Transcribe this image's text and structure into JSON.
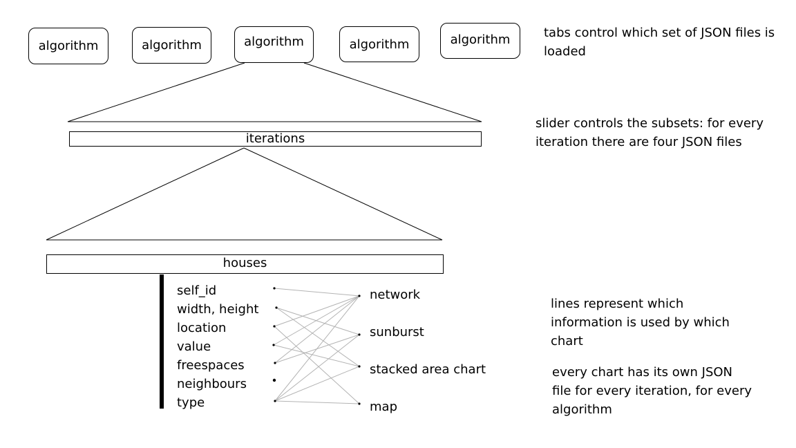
{
  "tabs": [
    {
      "label": "algorithm"
    },
    {
      "label": "algorithm"
    },
    {
      "label": "algorithm"
    },
    {
      "label": "algorithm"
    },
    {
      "label": "algorithm"
    }
  ],
  "notes": {
    "tabs": "tabs control which set of JSON files is loaded",
    "slider": "slider controls the subsets: for every iteration there are four JSON files",
    "lines": "lines represent which information is used by which chart",
    "files": "every chart has its own JSON file for every iteration, for every algorithm"
  },
  "iterations_label": "iterations",
  "houses_label": "houses",
  "fields": [
    "self_id",
    "width, height",
    "location",
    "value",
    "freespaces",
    "neighbours",
    "type"
  ],
  "charts": [
    "network",
    "sunburst",
    "stacked area chart",
    "map"
  ],
  "links": [
    {
      "field": "self_id",
      "chart": "network"
    },
    {
      "field": "width, height",
      "chart": "sunburst"
    },
    {
      "field": "width, height",
      "chart": "stacked area chart"
    },
    {
      "field": "location",
      "chart": "network"
    },
    {
      "field": "location",
      "chart": "map"
    },
    {
      "field": "value",
      "chart": "network"
    },
    {
      "field": "value",
      "chart": "stacked area chart"
    },
    {
      "field": "freespaces",
      "chart": "network"
    },
    {
      "field": "freespaces",
      "chart": "sunburst"
    },
    {
      "field": "type",
      "chart": "network"
    },
    {
      "field": "type",
      "chart": "sunburst"
    },
    {
      "field": "type",
      "chart": "stacked area chart"
    },
    {
      "field": "type",
      "chart": "map"
    }
  ]
}
